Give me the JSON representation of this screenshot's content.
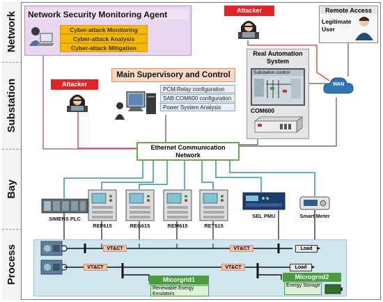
{
  "layers": [
    "Network",
    "Substation",
    "Bay",
    "Process"
  ],
  "agent": {
    "title": "Network Security Monitoring Agent",
    "items": [
      "Cyber-attack Monitoring",
      "Cyber-attack Analysis",
      "Cyber-attack Mitigation"
    ]
  },
  "attacker_label": "Attacker",
  "remote": {
    "title": "Remote Access",
    "user": "Legitimate User"
  },
  "wan_label": "WAN",
  "automation": {
    "title": "Real  Automation System",
    "screen_title": "Substation control",
    "device_label": "COM600"
  },
  "supervisory": {
    "title": "Main Supervisory and Control",
    "items": [
      "PCM:Relay configuration",
      "SAB:COM600 configuration",
      "Power System Analysis"
    ]
  },
  "ethernet": {
    "title": "Ethernet Communication Network"
  },
  "bay_devices": [
    {
      "name": "SIMENS PLC"
    },
    {
      "name": "REF615"
    },
    {
      "name": "REG615"
    },
    {
      "name": "REM615"
    },
    {
      "name": "RET615"
    },
    {
      "name": "SEL PMU"
    },
    {
      "name": "Smart Meter"
    }
  ],
  "process": {
    "vtct": "VT&CT",
    "load": "Load",
    "microgrid1": {
      "title": "Micorgrid1",
      "sub": "Renewable Energy Emulators"
    },
    "microgrid2": {
      "title": "Microgrod2",
      "sub": "Energy Storage"
    }
  },
  "colors": {
    "agent_bg": "#e8d7ef",
    "agent_border": "#b78ccb",
    "orange": "#f5b800",
    "attacker_red": "#e32424",
    "ethernet_border": "#6aa84f",
    "teal_link": "#2a9aa0",
    "purple_link": "#9b6bbf",
    "red_link": "#e05050",
    "gray_link": "#555555",
    "process_bg": "#cfe6ee",
    "microgrid_green": "#4a9d3c"
  }
}
